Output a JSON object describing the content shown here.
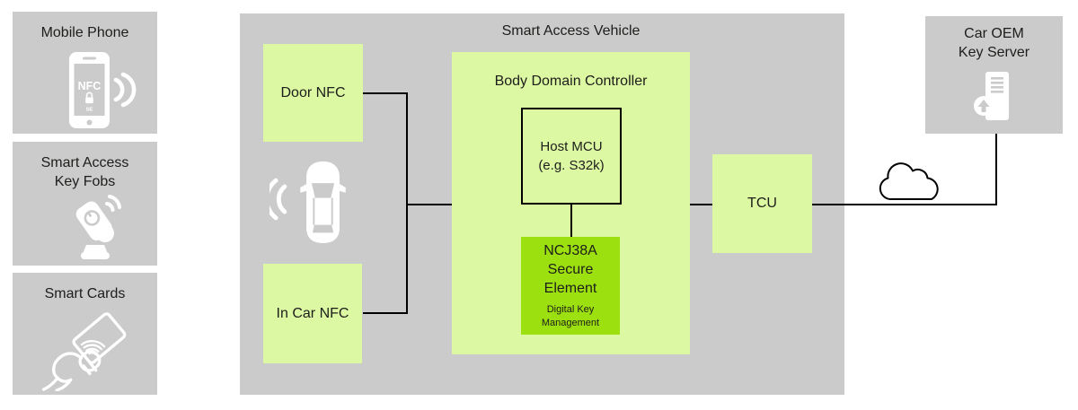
{
  "left_panel": {
    "mobile_phone": {
      "title": "Mobile Phone",
      "screen_label": "NFC",
      "se_label": "SE"
    },
    "key_fobs": {
      "title": "Smart Access Key Fobs"
    },
    "smart_cards": {
      "title": "Smart Cards"
    }
  },
  "vehicle": {
    "title": "Smart Access Vehicle",
    "door_nfc_label": "Door NFC",
    "in_car_nfc_label": "In Car NFC",
    "body_domain_controller": {
      "title": "Body Domain Controller",
      "host_mcu_line1": "Host MCU",
      "host_mcu_line2": "(e.g. S32k)",
      "secure_element_line1": "NCJ38A",
      "secure_element_line2": "Secure",
      "secure_element_line3": "Element",
      "secure_element_sub_line1": "Digital Key",
      "secure_element_sub_line2": "Management"
    },
    "tcu_label": "TCU"
  },
  "key_server": {
    "title_line1": "Car OEM",
    "title_line2": "Key Server"
  },
  "icons": {
    "mobile_phone": "nfc-phone-icon",
    "key_fobs": "key-fob-icon",
    "smart_cards": "hand-card-icon",
    "vehicle": "car-top-view-icon",
    "key_server": "server-upload-icon",
    "network": "cloud-icon"
  },
  "colors": {
    "panel_gray": "#cbcbcb",
    "block_light_green": "#dcf8a2",
    "block_accent_green": "#9de00f",
    "connector_black": "#000000",
    "icon_white": "#ffffff",
    "text_dark": "#1d1d1b"
  }
}
